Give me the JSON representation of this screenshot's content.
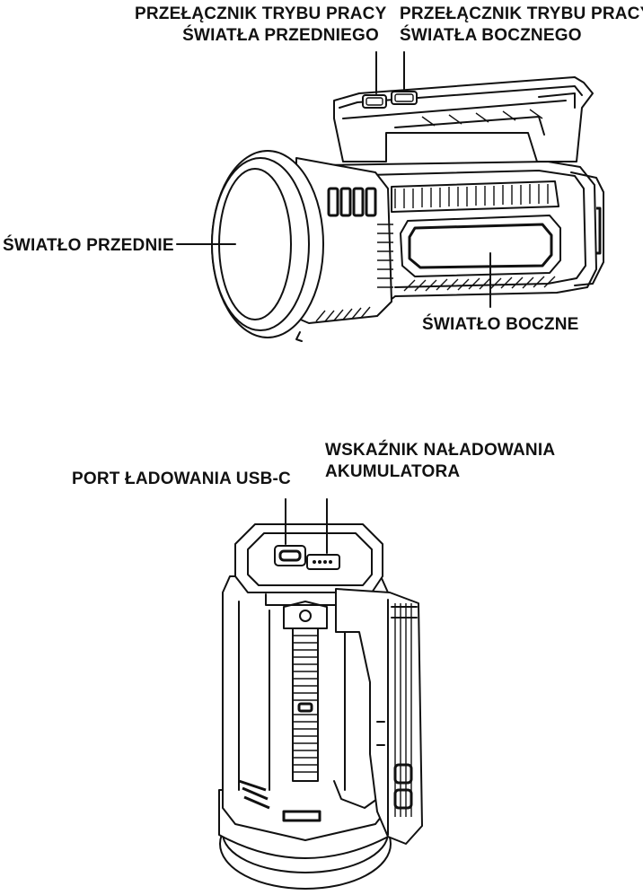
{
  "diagram": {
    "top_view": {
      "labels": {
        "front_switch": [
          "PRZEŁĄCZNIK TRYBU PRACY",
          "ŚWIATŁA PRZEDNIEGO"
        ],
        "side_switch": [
          "PRZEŁĄCZNIK TRYBU PRACY",
          "ŚWIATŁA BOCZNEGO"
        ],
        "front_light": "ŚWIATŁO PRZEDNIE",
        "side_light": "ŚWIATŁO BOCZNE"
      }
    },
    "bottom_view": {
      "labels": {
        "usb_port": "PORT ŁADOWANIA USB-C",
        "charge_indicator": [
          "WSKAŹNIK NAŁADOWANIA",
          "AKUMULATORA"
        ]
      }
    },
    "colors": {
      "line": "#111111",
      "background": "#ffffff"
    }
  }
}
